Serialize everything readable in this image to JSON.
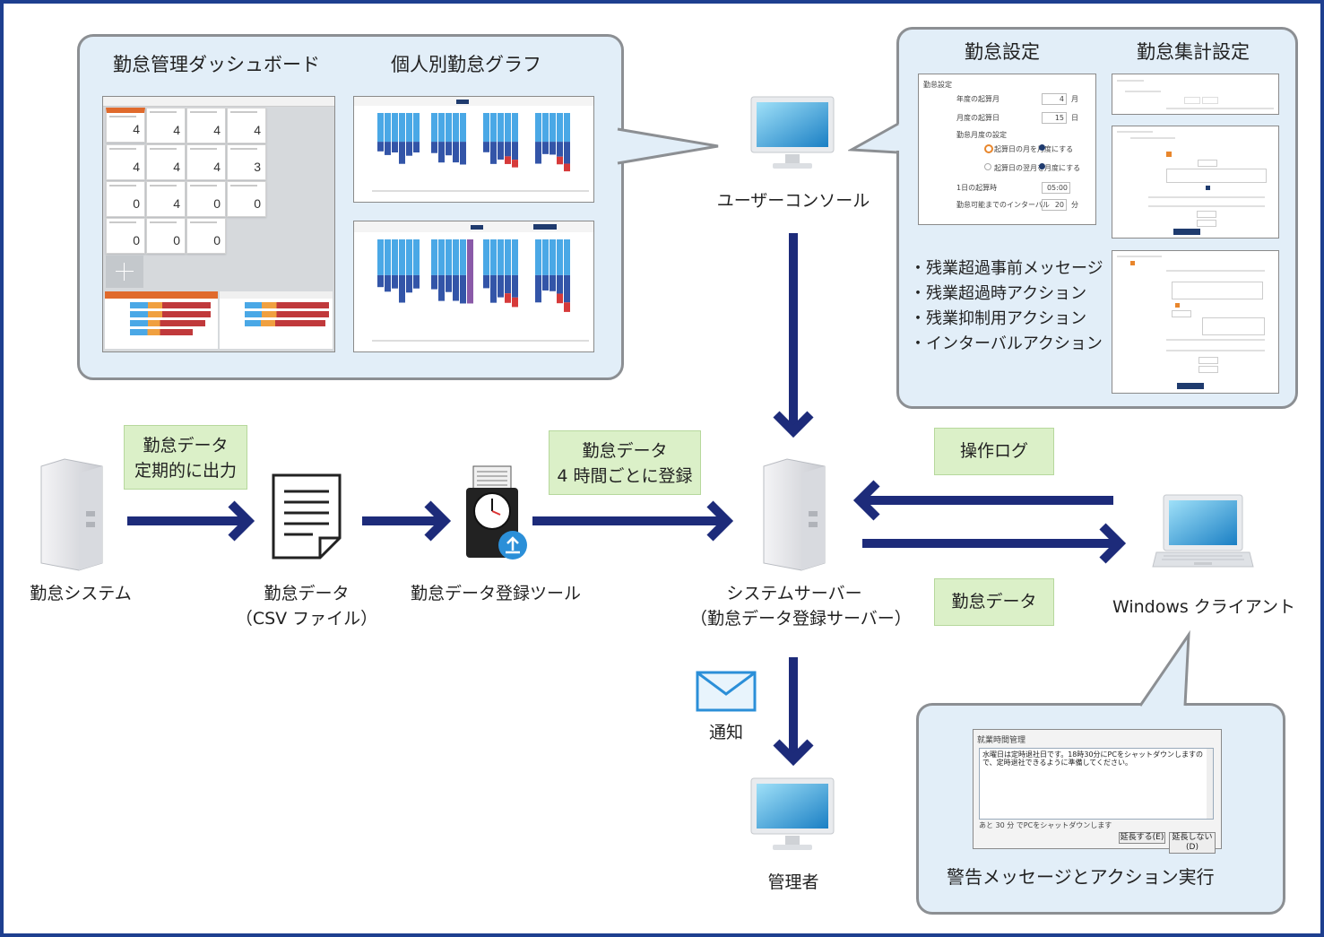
{
  "nodes": {
    "attendance_system": "勤怠システム",
    "attendance_data_line1": "勤怠データ",
    "attendance_data_line2": "（CSV ファイル）",
    "registration_tool": "勤怠データ登録ツール",
    "server_line1": "システムサーバー",
    "server_line2": "（勤怠データ登録サーバー）",
    "windows_client": "Windows クライアント",
    "user_console": "ユーザーコンソール",
    "notification": "通知",
    "administrator": "管理者"
  },
  "labels": {
    "export_line1": "勤怠データ",
    "export_line2": "定期的に出力",
    "register_line1": "勤怠データ",
    "register_line2": "4 時間ごとに登録",
    "operation_log": "操作ログ",
    "attendance_data": "勤怠データ"
  },
  "left_panel": {
    "dashboard_title": "勤怠管理ダッシュボード",
    "graph_title": "個人別勤怠グラフ",
    "tile_values": [
      "4",
      "4",
      "4",
      "4",
      "4",
      "4",
      "4",
      "3",
      "0",
      "4",
      "0",
      "0",
      "0",
      "0",
      "0"
    ]
  },
  "right_panel": {
    "settings_title": "勤怠設定",
    "summary_title": "勤怠集計設定",
    "settings_screen": {
      "heading": "勤怠設定",
      "rows": [
        {
          "label": "年度の起算月",
          "value": "4",
          "unit": "月"
        },
        {
          "label": "月度の起算日",
          "value": "15",
          "unit": "日"
        },
        {
          "label": "1日の起算時",
          "value": "05:00",
          "unit": ""
        },
        {
          "label": "勤怠可能までのインターバル",
          "value": "20",
          "unit": "分"
        }
      ],
      "month_caption": "勤怠月度の設定",
      "option1": "起算日の月を月度にする",
      "option2": "起算日の翌月を月度にする"
    },
    "actions": [
      "・残業超過事前メッセージ",
      "・残業超過時アクション",
      "・残業抑制用アクション",
      "・インターバルアクション"
    ]
  },
  "bottom_panel": {
    "title": "警告メッセージとアクション実行",
    "dialog": {
      "title": "就業時間管理",
      "message": "水曜日は定時退社日です。18時30分にPCをシャットダウンしますので、定時退社できるように準備してください。",
      "countdown": "あと 30 分 でPCをシャットダウンします",
      "extend_button": "延長する(E)",
      "no_extend_button": "延長しない(D)"
    }
  },
  "colors": {
    "arrow": "#1d2b7a",
    "frame": "#1e3f8f",
    "panel_bg": "#e2eef8",
    "label_bg": "#dbf0c8",
    "bar_light": "#4aa8e6",
    "bar_dark": "#3355a8",
    "bar_red": "#d63a3a",
    "bar_purple": "#8a5aa8",
    "tile_header": "#e06a2c"
  }
}
